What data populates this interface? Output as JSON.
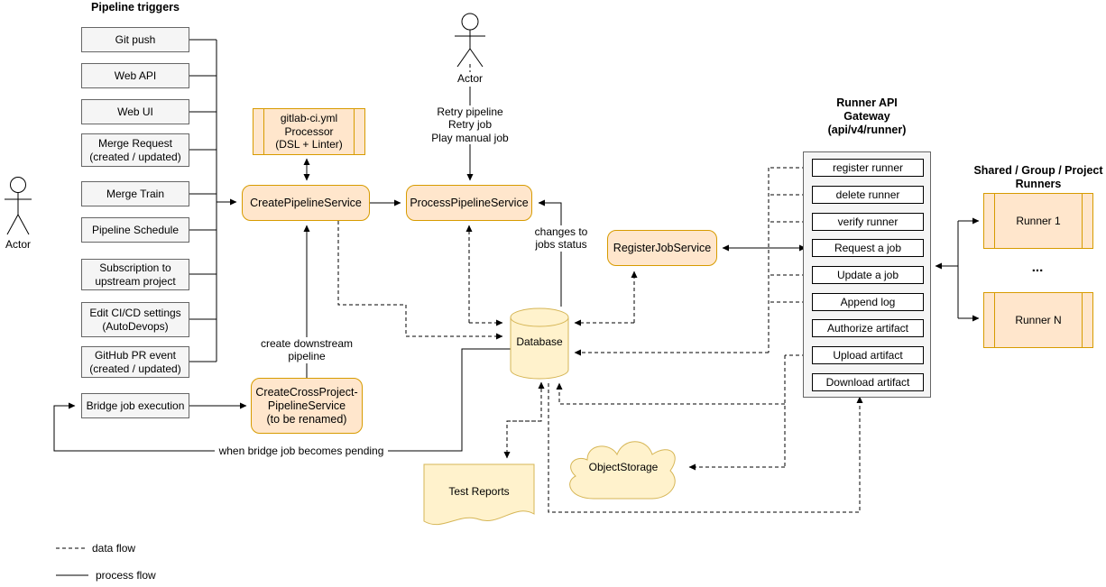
{
  "colors": {
    "service_fill": "#ffe6cc",
    "service_stroke": "#d79b00",
    "storage_fill": "#fff2cc",
    "storage_stroke": "#d6b656",
    "trigger_fill": "#f5f5f5",
    "trigger_stroke": "#666666",
    "gateway_item_fill": "#ffffff",
    "line": "#000000"
  },
  "triggers": {
    "title": "Pipeline triggers",
    "items": [
      {
        "label": "Git push"
      },
      {
        "label": "Web API"
      },
      {
        "label": "Web UI"
      },
      {
        "label": "Merge Request\n(created / updated)"
      },
      {
        "label": "Merge Train"
      },
      {
        "label": "Pipeline Schedule"
      },
      {
        "label": "Subscription to\nupstream project"
      },
      {
        "label": "Edit CI/CD settings\n(AutoDevops)"
      },
      {
        "label": "GitHub PR event\n(created / updated)"
      },
      {
        "label": "Bridge job execution"
      }
    ]
  },
  "actors": {
    "left_label": "Actor",
    "top_label": "Actor",
    "top_actions": "Retry pipeline\nRetry job\nPlay manual job"
  },
  "services": {
    "processor": "gitlab-ci.yml\nProcessor\n(DSL + Linter)",
    "create_pipeline": "CreatePipelineService",
    "process_pipeline": "ProcessPipelineService",
    "register_job": "RegisterJobService",
    "create_cross_project": "CreateCrossProject-\nPipelineService\n(to be renamed)"
  },
  "storage": {
    "database": "Database",
    "test_reports": "Test Reports",
    "object_storage": "ObjectStorage"
  },
  "gateway": {
    "title": "Runner API\nGateway\n(api/v4/runner)",
    "items": [
      {
        "label": "register runner"
      },
      {
        "label": "delete runner"
      },
      {
        "label": "verify runner"
      },
      {
        "label": "Request a job"
      },
      {
        "label": "Update a job"
      },
      {
        "label": "Append log"
      },
      {
        "label": "Authorize artifact"
      },
      {
        "label": "Upload artifact"
      },
      {
        "label": "Download artifact"
      }
    ]
  },
  "runners": {
    "title": "Shared / Group / Project\nRunners",
    "ellipsis": "...",
    "items": [
      {
        "label": "Runner 1"
      },
      {
        "label": "Runner N"
      }
    ]
  },
  "annotations": {
    "create_downstream": "create downstream\npipeline",
    "when_bridge": "when bridge job becomes pending",
    "changes_jobs_status": "changes to\njobs status"
  },
  "legend": {
    "data_flow": "data flow",
    "process_flow": "process flow"
  }
}
